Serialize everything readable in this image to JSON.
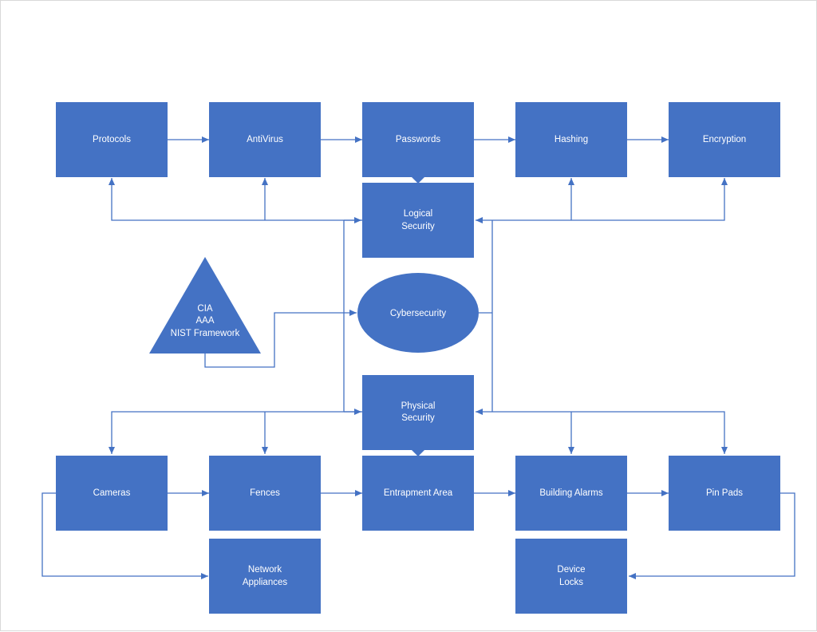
{
  "colors": {
    "node_fill": "#4472c4",
    "connector": "#4472c4",
    "label": "#ffffff"
  },
  "nodes": {
    "protocols": "Protocols",
    "antivirus": "AntiVirus",
    "passwords": "Passwords",
    "hashing": "Hashing",
    "encryption": "Encryption",
    "logical_security": [
      "Logical",
      "Security"
    ],
    "cybersecurity": "Cybersecurity",
    "frameworks": [
      "CIA",
      "AAA",
      "NIST Framework"
    ],
    "physical_security": [
      "Physical",
      "Security"
    ],
    "cameras": "Cameras",
    "fences": "Fences",
    "entrapment_area": "Entrapment Area",
    "building_alarms": "Building Alarms",
    "pin_pads": "Pin Pads",
    "network_appliances": [
      "Network",
      "Appliances"
    ],
    "device_locks": [
      "Device",
      "Locks"
    ]
  }
}
